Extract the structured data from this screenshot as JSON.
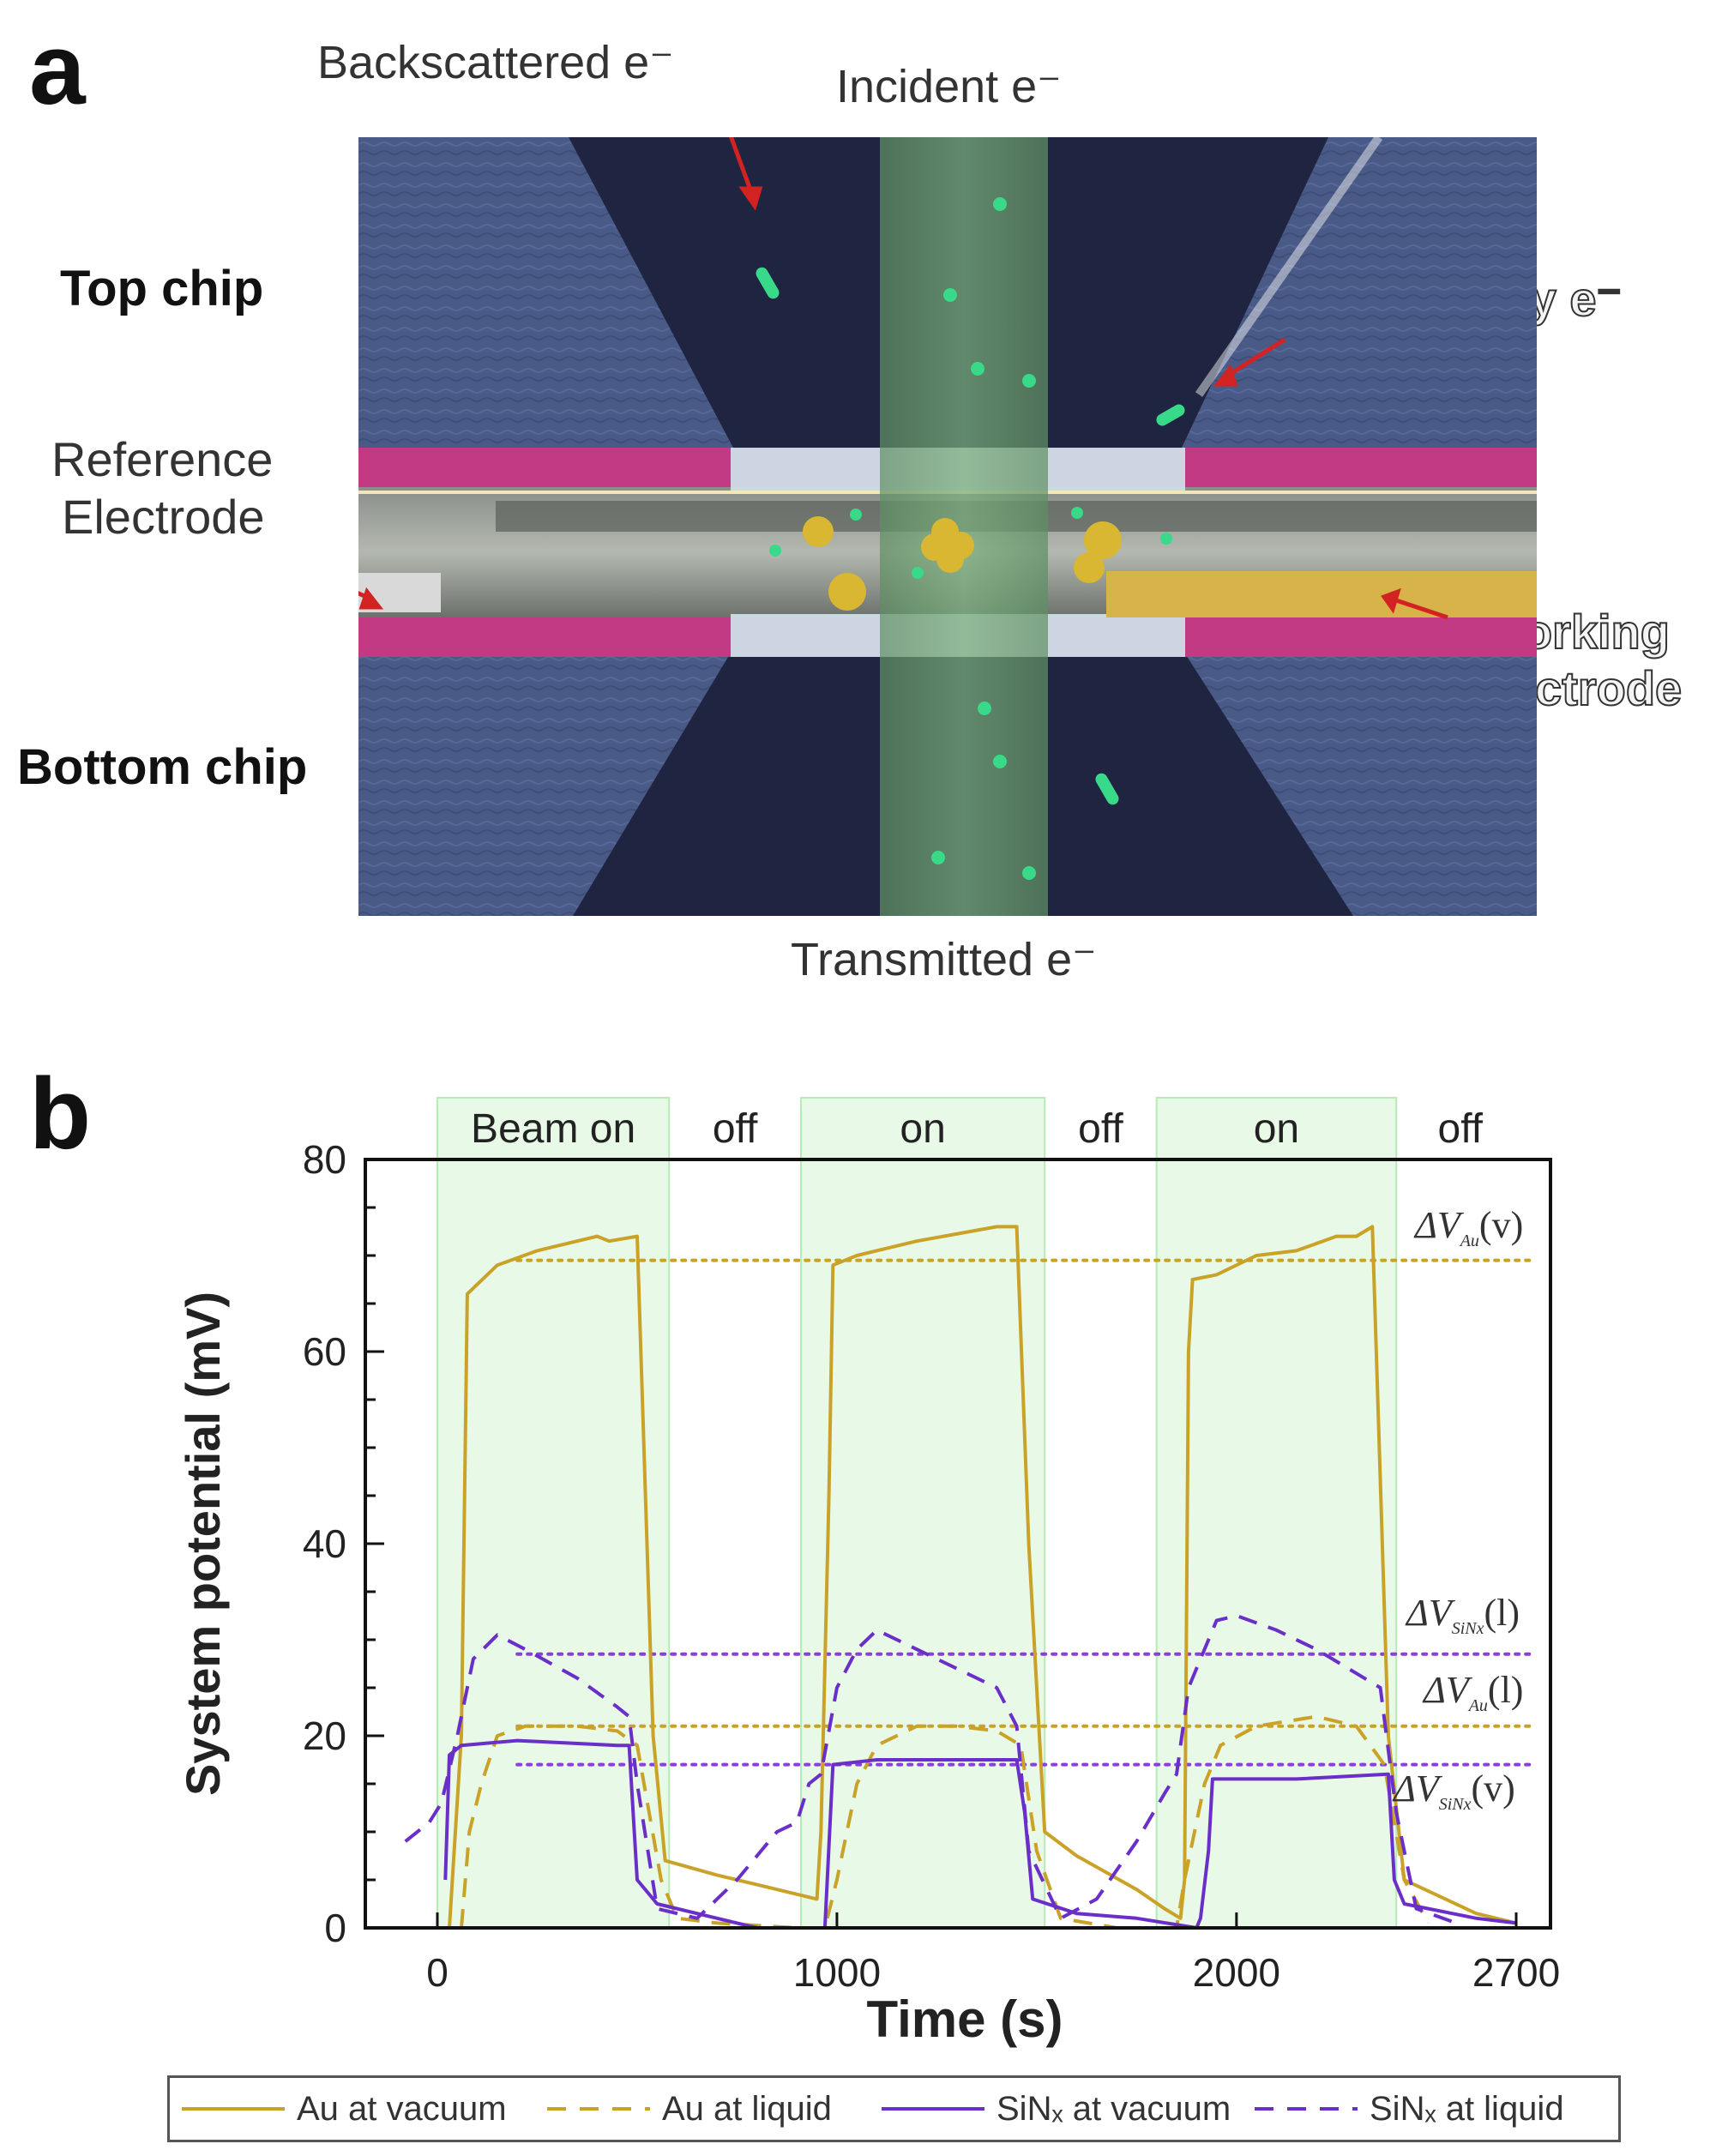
{
  "panel_a": {
    "letter": "a",
    "labels": {
      "backscattered": "Backscattered e⁻",
      "incident": "Incident e⁻",
      "top_chip": "Top chip",
      "auger": "Auger and Secondary e⁻",
      "reference_1": "Reference",
      "reference_2": "Electrode",
      "working_1": "Working",
      "working_2": "Electrode",
      "bottom_chip": "Bottom chip",
      "transmitted": "Transmitted e⁻"
    },
    "colors": {
      "chip": "#4a5a86",
      "cavity": "#1f2540",
      "beam": "#6fa070",
      "spacer": "#c23a84",
      "membrane": "#cfe3ea",
      "electrode_gold": "#d7b34a",
      "electrode_ref": "#d9d9d9",
      "electron": "#39d98a",
      "arrow": "#d22222"
    }
  },
  "panel_b": {
    "letter": "b",
    "phase_labels": [
      "Beam on",
      "off",
      "on",
      "off",
      "on",
      "off"
    ],
    "annotations": {
      "dv_au_v": "ΔV",
      "dv_au_v_sub": "Au",
      "dv_au_v_suffix": "(v)",
      "dv_sinx_l": "ΔV",
      "dv_sinx_l_sub": "SiNx",
      "dv_sinx_l_suffix": "(l)",
      "dv_au_l": "ΔV",
      "dv_au_l_sub": "Au",
      "dv_au_l_suffix": "(l)",
      "dv_sinx_v": "ΔV",
      "dv_sinx_v_sub": "SiNx",
      "dv_sinx_v_suffix": "(v)"
    },
    "legend": [
      {
        "label": "Au at vacuum",
        "color": "#c9a227",
        "dash": "solid"
      },
      {
        "label": "Au at liquid",
        "color": "#c9a227",
        "dash": "dashed"
      },
      {
        "label": "SiNₓ at vacuum",
        "color": "#6a2fc8",
        "dash": "solid"
      },
      {
        "label": "SiNₓ at liquid",
        "color": "#6a2fc8",
        "dash": "dashed"
      }
    ]
  },
  "chart_data": {
    "type": "line",
    "xlabel": "Time (s)",
    "ylabel": "System potential (mV)",
    "xlim": [
      -100,
      2800
    ],
    "ylim": [
      0,
      80
    ],
    "xticks": [
      0,
      1000,
      2000,
      2700
    ],
    "yticks": [
      0,
      20,
      40,
      60,
      80
    ],
    "beam_on_intervals": [
      [
        0,
        580
      ],
      [
        910,
        1520
      ],
      [
        1800,
        2400
      ]
    ],
    "beam_on_color": "#e8f9e8",
    "grid": false,
    "series": [
      {
        "name": "Au at vacuum",
        "color": "#c9a227",
        "dash": "solid",
        "points": [
          [
            30,
            0
          ],
          [
            60,
            20
          ],
          [
            75,
            66
          ],
          [
            100,
            67
          ],
          [
            150,
            69
          ],
          [
            250,
            70.5
          ],
          [
            400,
            72
          ],
          [
            430,
            71.5
          ],
          [
            500,
            72
          ],
          [
            540,
            20
          ],
          [
            570,
            7
          ],
          [
            700,
            5.5
          ],
          [
            900,
            3.5
          ],
          [
            950,
            3
          ],
          [
            960,
            10
          ],
          [
            980,
            45
          ],
          [
            990,
            69
          ],
          [
            1050,
            70
          ],
          [
            1200,
            71.5
          ],
          [
            1400,
            73
          ],
          [
            1450,
            73
          ],
          [
            1480,
            40
          ],
          [
            1520,
            10
          ],
          [
            1600,
            7.5
          ],
          [
            1750,
            4
          ],
          [
            1820,
            2
          ],
          [
            1860,
            1
          ],
          [
            1870,
            5
          ],
          [
            1880,
            60
          ],
          [
            1890,
            67.5
          ],
          [
            1950,
            68
          ],
          [
            2050,
            70
          ],
          [
            2150,
            70.5
          ],
          [
            2250,
            72
          ],
          [
            2300,
            72
          ],
          [
            2340,
            73
          ],
          [
            2380,
            20
          ],
          [
            2420,
            5
          ],
          [
            2600,
            1.5
          ],
          [
            2700,
            0.5
          ]
        ]
      },
      {
        "name": "Au at liquid",
        "color": "#c9a227",
        "dash": "dashed",
        "points": [
          [
            60,
            0
          ],
          [
            80,
            10
          ],
          [
            110,
            15
          ],
          [
            150,
            20
          ],
          [
            220,
            21
          ],
          [
            350,
            21
          ],
          [
            450,
            20.5
          ],
          [
            500,
            19
          ],
          [
            560,
            5
          ],
          [
            600,
            1
          ],
          [
            700,
            0.5
          ],
          [
            900,
            0
          ],
          [
            970,
            0
          ],
          [
            1000,
            5
          ],
          [
            1050,
            15
          ],
          [
            1100,
            19
          ],
          [
            1200,
            21
          ],
          [
            1300,
            21
          ],
          [
            1400,
            20.5
          ],
          [
            1460,
            19
          ],
          [
            1500,
            8
          ],
          [
            1560,
            1
          ],
          [
            1700,
            0
          ],
          [
            1850,
            0
          ],
          [
            1870,
            5
          ],
          [
            1920,
            15
          ],
          [
            1960,
            19
          ],
          [
            2050,
            21
          ],
          [
            2200,
            22
          ],
          [
            2300,
            21
          ],
          [
            2370,
            17
          ],
          [
            2420,
            5
          ],
          [
            2480,
            0.5
          ]
        ]
      },
      {
        "name": "SiNₓ at vacuum",
        "color": "#6a2fc8",
        "dash": "solid",
        "points": [
          [
            20,
            5
          ],
          [
            30,
            18
          ],
          [
            60,
            19
          ],
          [
            200,
            19.5
          ],
          [
            450,
            19
          ],
          [
            480,
            19
          ],
          [
            500,
            5
          ],
          [
            550,
            2.5
          ],
          [
            700,
            1
          ],
          [
            800,
            0
          ],
          [
            970,
            0
          ],
          [
            990,
            17
          ],
          [
            1100,
            17.5
          ],
          [
            1300,
            17.5
          ],
          [
            1450,
            17.5
          ],
          [
            1470,
            12
          ],
          [
            1490,
            3
          ],
          [
            1600,
            1.5
          ],
          [
            1750,
            1
          ],
          [
            1900,
            0
          ],
          [
            1910,
            1
          ],
          [
            1930,
            8
          ],
          [
            1940,
            15.5
          ],
          [
            2000,
            15.5
          ],
          [
            2150,
            15.5
          ],
          [
            2380,
            16
          ],
          [
            2395,
            5
          ],
          [
            2420,
            2.5
          ],
          [
            2600,
            1
          ],
          [
            2700,
            0.5
          ]
        ]
      },
      {
        "name": "SiNₓ at liquid",
        "color": "#6a2fc8",
        "dash": "dashed",
        "points": [
          [
            -80,
            9
          ],
          [
            -20,
            11
          ],
          [
            10,
            13
          ],
          [
            50,
            20
          ],
          [
            90,
            28
          ],
          [
            150,
            30.5
          ],
          [
            220,
            29
          ],
          [
            350,
            26
          ],
          [
            450,
            23
          ],
          [
            480,
            22
          ],
          [
            500,
            15
          ],
          [
            550,
            2
          ],
          [
            650,
            1
          ],
          [
            750,
            5
          ],
          [
            850,
            10
          ],
          [
            900,
            11
          ],
          [
            930,
            15
          ],
          [
            960,
            16
          ],
          [
            1000,
            25
          ],
          [
            1050,
            29
          ],
          [
            1100,
            31
          ],
          [
            1200,
            29
          ],
          [
            1300,
            27
          ],
          [
            1400,
            25
          ],
          [
            1450,
            21
          ],
          [
            1480,
            8
          ],
          [
            1560,
            1
          ],
          [
            1650,
            3
          ],
          [
            1750,
            9
          ],
          [
            1820,
            14
          ],
          [
            1850,
            16
          ],
          [
            1880,
            25
          ],
          [
            1950,
            32
          ],
          [
            2000,
            32.5
          ],
          [
            2100,
            31
          ],
          [
            2200,
            29
          ],
          [
            2300,
            26.5
          ],
          [
            2360,
            25
          ],
          [
            2400,
            12
          ],
          [
            2450,
            2
          ],
          [
            2550,
            0.5
          ]
        ]
      }
    ],
    "reference_lines": [
      {
        "name": "ΔV_Au(v)",
        "y": 69.5,
        "color": "#c9a227",
        "x": [
          200,
          2700
        ]
      },
      {
        "name": "ΔV_SiNx(l)",
        "y": 28.5,
        "color": "#8a3fd8",
        "x": [
          200,
          2700
        ]
      },
      {
        "name": "ΔV_Au(l)",
        "y": 21,
        "color": "#c9a227",
        "x": [
          200,
          2700
        ]
      },
      {
        "name": "ΔV_SiNx(v)",
        "y": 17,
        "color": "#8a3fd8",
        "x": [
          200,
          2700
        ]
      }
    ]
  }
}
